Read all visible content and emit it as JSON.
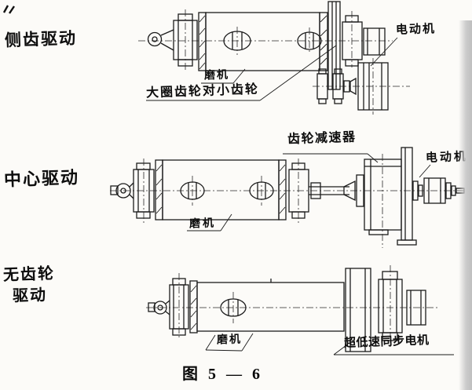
{
  "figure": {
    "caption": "图 5 — 6",
    "sections": [
      {
        "label": "侧齿驱动",
        "annotations": {
          "mill": "磨机",
          "gear_pair": "大圈齿轮对小齿轮",
          "motor": "电动机"
        }
      },
      {
        "label": "中心驱动",
        "annotations": {
          "reducer": "齿轮减速器",
          "mill": "磨机",
          "motor": "电动机"
        }
      },
      {
        "label": "无齿轮驱动",
        "label_lines": [
          "无齿轮",
          "驱动"
        ],
        "annotations": {
          "mill": "磨机",
          "motor": "超低速同步电机"
        }
      }
    ],
    "colors": {
      "ink": "#1c1c1c",
      "paper": "#fcfbf8",
      "scan_edge": "#c9c9c9"
    }
  }
}
